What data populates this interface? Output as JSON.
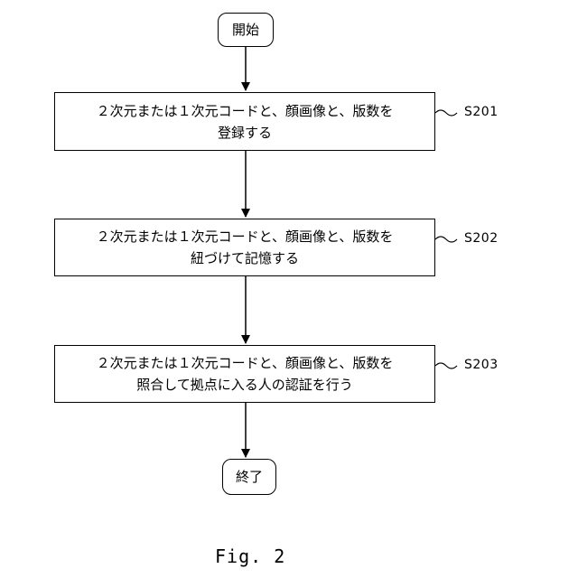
{
  "start": {
    "label": "開始"
  },
  "steps": [
    {
      "id": "S201",
      "line1": "２次元または１次元コードと、顔画像と、版数を",
      "line2": "登録する"
    },
    {
      "id": "S202",
      "line1": "２次元または１次元コードと、顔画像と、版数を",
      "line2": "紐づけて記憶する"
    },
    {
      "id": "S203",
      "line1": "２次元または１次元コードと、顔画像と、版数を",
      "line2": "照合して拠点に入る人の認証を行う"
    }
  ],
  "end": {
    "label": "終了"
  },
  "figure_caption": "Fig. 2"
}
